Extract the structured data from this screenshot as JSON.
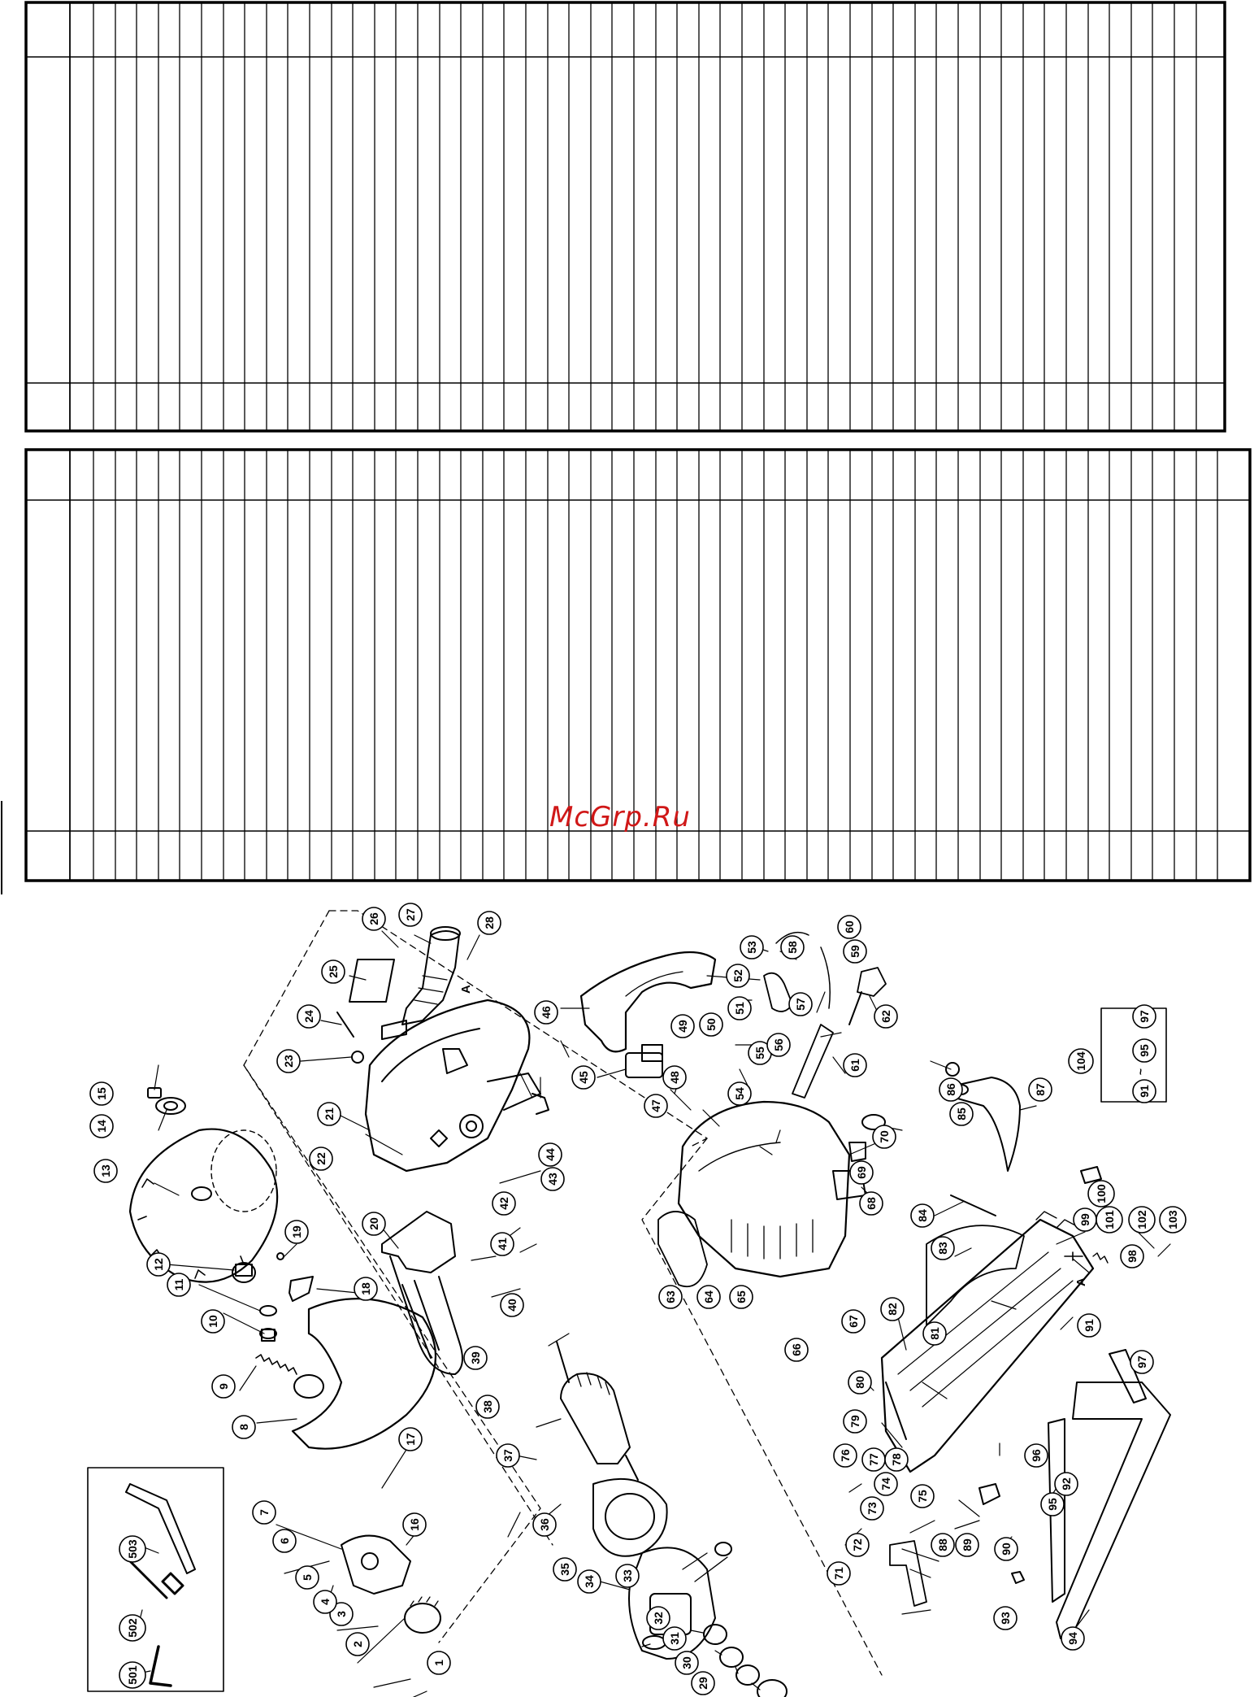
{
  "watermark": "McGrp.Ru",
  "part_numbers": [
    "1",
    "2",
    "3",
    "4",
    "5",
    "6",
    "7",
    "8",
    "9",
    "10",
    "11",
    "12",
    "13",
    "14",
    "15",
    "16",
    "17",
    "18",
    "19",
    "20",
    "21",
    "22",
    "23",
    "24",
    "25",
    "26",
    "27",
    "28",
    "29",
    "30",
    "31",
    "32",
    "33",
    "34",
    "35",
    "36",
    "37",
    "38",
    "39",
    "40",
    "41",
    "42",
    "43",
    "44",
    "45",
    "46",
    "47",
    "48",
    "49",
    "50",
    "51",
    "52",
    "53",
    "54",
    "55",
    "56",
    "57",
    "58",
    "59",
    "60",
    "61",
    "62",
    "63",
    "64",
    "65",
    "66",
    "67",
    "68",
    "69",
    "70",
    "71",
    "72",
    "73",
    "74",
    "75",
    "76",
    "77",
    "78",
    "79",
    "80",
    "81",
    "82",
    "83",
    "84",
    "85",
    "86",
    "87",
    "88",
    "89",
    "90",
    "91",
    "92",
    "93",
    "94",
    "95",
    "96",
    "97",
    "98",
    "99",
    "100",
    "101",
    "102",
    "103",
    "104",
    "501",
    "502",
    "503"
  ],
  "kit_box": {
    "label": "104",
    "item_a": "97",
    "item_b": "95",
    "item_c": "91",
    "range_sign": "~"
  },
  "section_label": "A",
  "colors": {
    "ink": "#000000",
    "watermark": "#d01818",
    "background": "#ffffff"
  }
}
